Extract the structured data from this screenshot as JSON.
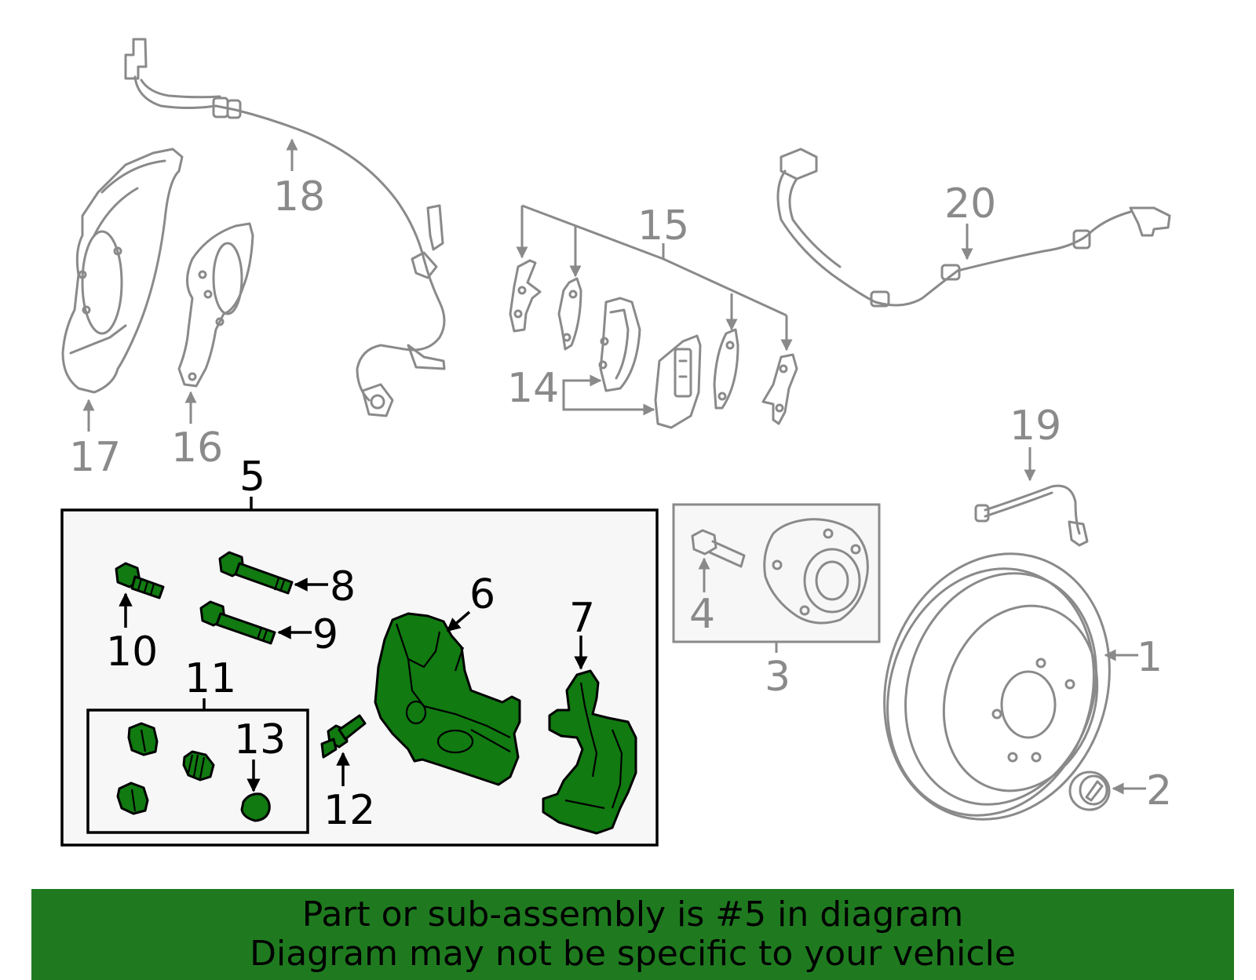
{
  "callouts": {
    "c1": "1",
    "c2": "2",
    "c3": "3",
    "c4": "4",
    "c5": "5",
    "c6": "6",
    "c7": "7",
    "c8": "8",
    "c9": "9",
    "c10": "10",
    "c11": "11",
    "c12": "12",
    "c13": "13",
    "c14": "14",
    "c15": "15",
    "c16": "16",
    "c17": "17",
    "c18": "18",
    "c19": "19",
    "c20": "20"
  },
  "banner": {
    "line1": "Part or sub-assembly is #5 in diagram",
    "line2": "Diagram may not be specific to your vehicle"
  },
  "colors": {
    "highlight_part": "#117a11",
    "banner_bg": "#1f7a1f",
    "grey_part": "#8a8a8a",
    "box_bg": "#f7f7f7"
  }
}
